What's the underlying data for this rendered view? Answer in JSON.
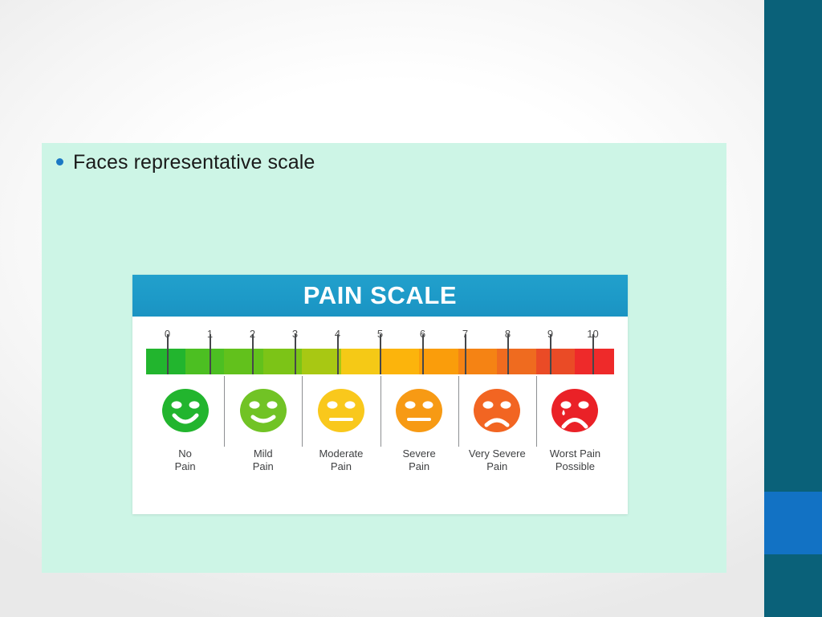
{
  "slide": {
    "bullet": {
      "marker": "bullet-dot",
      "text": "Faces representative scale"
    }
  },
  "pain_scale": {
    "title": "PAIN SCALE",
    "header_color": "#1d9ac8",
    "numbers": [
      "0",
      "1",
      "2",
      "3",
      "4",
      "5",
      "6",
      "7",
      "8",
      "9",
      "10"
    ],
    "segment_colors": [
      "#22b52e",
      "#4cbf22",
      "#62c11c",
      "#7cc417",
      "#a8c813",
      "#f5c916",
      "#fcb40c",
      "#fa9d0b",
      "#f58314",
      "#ef6b1f",
      "#ea4b26",
      "#ee2a2a"
    ],
    "faces": [
      {
        "label_line1": "No",
        "label_line2": "Pain",
        "color": "#22b52e",
        "mouth": "big-smile",
        "icon": "happy-face-icon",
        "tear": false
      },
      {
        "label_line1": "Mild",
        "label_line2": "Pain",
        "color": "#71c325",
        "mouth": "small-smile",
        "icon": "slightly-happy-face-icon",
        "tear": false
      },
      {
        "label_line1": "Moderate",
        "label_line2": "Pain",
        "color": "#f9c81c",
        "mouth": "flat",
        "icon": "neutral-face-icon",
        "tear": false
      },
      {
        "label_line1": "Severe",
        "label_line2": "Pain",
        "color": "#f79a14",
        "mouth": "flat",
        "icon": "concerned-face-icon",
        "tear": false
      },
      {
        "label_line1": "Very Severe",
        "label_line2": "Pain",
        "color": "#f26522",
        "mouth": "frown",
        "icon": "sad-face-icon",
        "tear": false
      },
      {
        "label_line1": "Worst Pain",
        "label_line2": "Possible",
        "color": "#ea2127",
        "mouth": "deep-frown",
        "icon": "crying-face-icon",
        "tear": true
      }
    ]
  },
  "decoration": {
    "rail_color": "#0a6179",
    "rail_accent_color": "#1272c4",
    "panel_color": "#cdf5e6"
  }
}
